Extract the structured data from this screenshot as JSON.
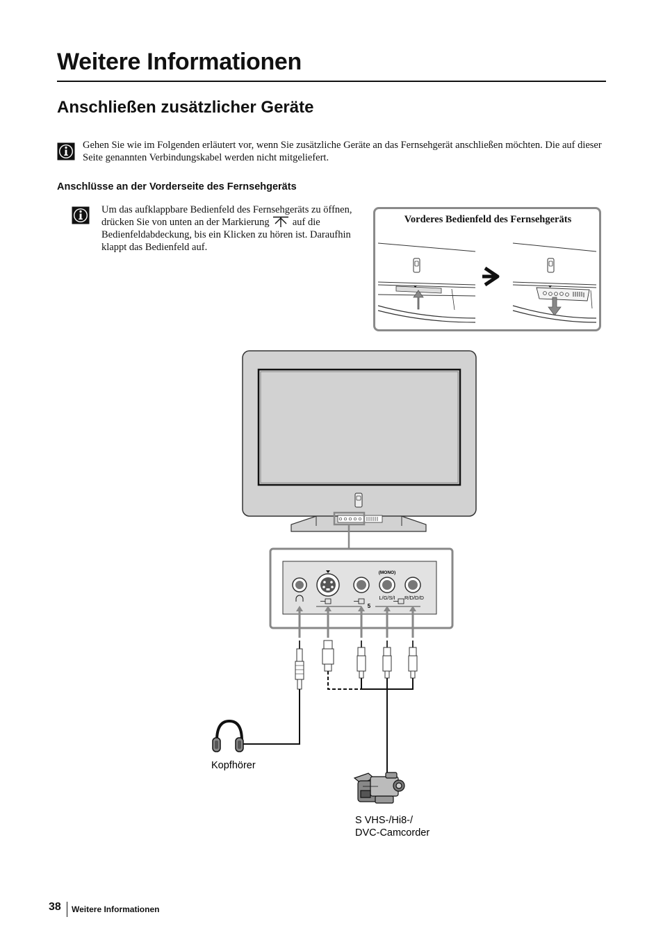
{
  "page": {
    "title": "Weitere Informationen",
    "section_title": "Anschließen zusätzlicher Geräte",
    "intro_text": "Gehen Sie wie im Folgenden erläutert vor, wenn Sie zusätzliche Geräte an das Fernsehgerät anschließen möchten. Die auf dieser Seite genannten Verbindungskabel werden nicht mitgeliefert.",
    "subsection_title": "Anschlüsse an der Vorderseite des Fernsehgeräts",
    "instruction_before": "Um das aufklappbare Bedienfeld des Fernsehgeräts zu öffnen, drücken Sie von unten an der Markierung",
    "instruction_after": "auf die Bedienfeldabdeckung, bis ein Klicken zu hören ist. Daraufhin klappt das Bedienfeld auf."
  },
  "illustration": {
    "panel_caption": "Vorderes Bedienfeld des Fernsehgeräts",
    "label_mono": "(MONO)",
    "label_left": "L/G/S/I",
    "label_right": "R/D/D/D",
    "label_input": "5",
    "headphones_label": "Kopfhörer",
    "camcorder_label_line1": "S VHS-/Hi8-/",
    "camcorder_label_line2": "DVC-Camcorder"
  },
  "icons": [
    "info-icon",
    "panel-marker-icon",
    "arrow-right-icon",
    "headphones-icon",
    "camcorder-icon"
  ],
  "footer": {
    "page_number": "38",
    "section": "Weitere Informationen"
  }
}
